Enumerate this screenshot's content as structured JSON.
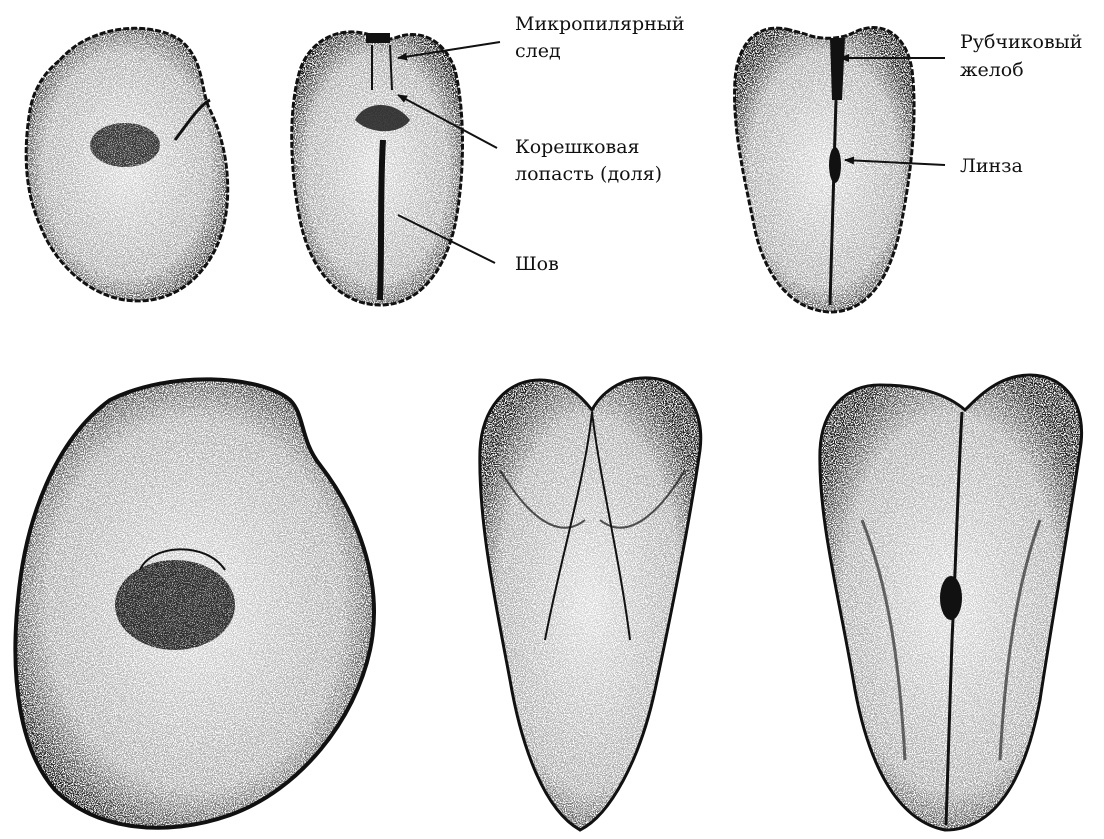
{
  "labels": {
    "micropyle_line1": "Микропилярный",
    "micropyle_line2": "след",
    "radicle_line1": "Корешковая",
    "radicle_line2": "лопасть (доля)",
    "suture": "Шов",
    "hilum_line1": "Рубчиковый",
    "hilum_line2": "желоб",
    "lens": "Линза"
  },
  "colors": {
    "ink": "#111111",
    "background": "#ffffff"
  }
}
